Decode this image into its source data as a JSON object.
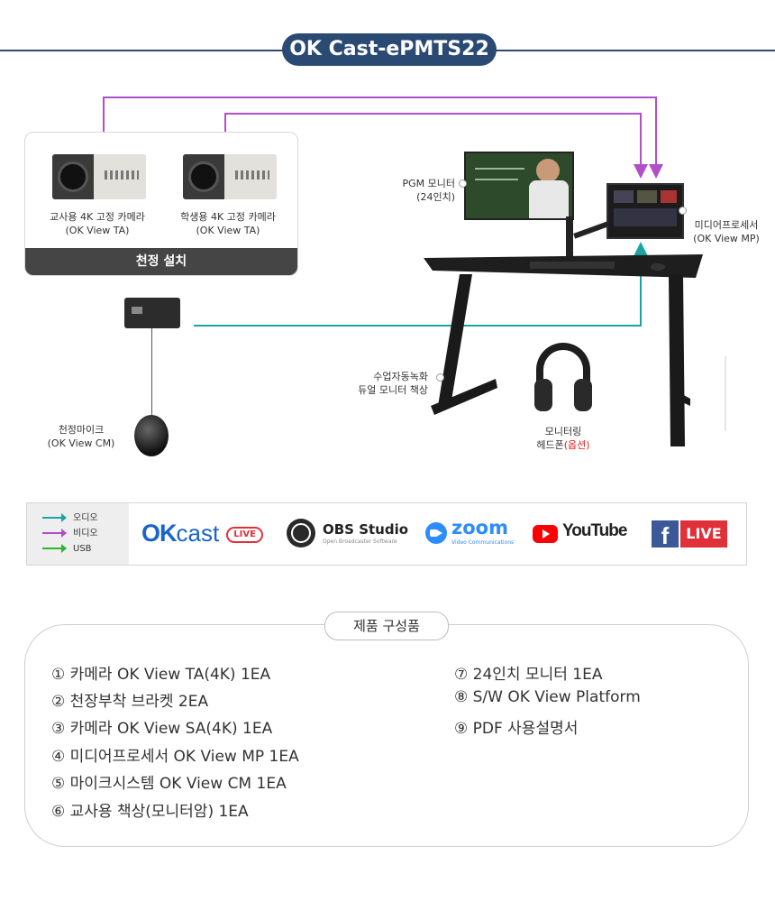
{
  "title": "OK Cast-ePMTS22",
  "colors": {
    "audio": "#1aa5a5",
    "video": "#b04fc8",
    "usb": "#2db52d",
    "title_bg": "#2a4a74"
  },
  "cameras": {
    "teacher": {
      "line1": "교사용 4K 고정 카메라",
      "line2": "(OK View TA)"
    },
    "student": {
      "line1": "학생용 4K 고정 카메라",
      "line2": "(OK View TA)"
    },
    "footer": "천정 설치"
  },
  "labels": {
    "pgm_line1": "PGM 모니터",
    "pgm_line2": "(24인치)",
    "mp_line1": "미디어프로세서",
    "mp_line2": "(OK View MP)",
    "desk_line1": "수업자동녹화",
    "desk_line2": "듀얼 모니터 책상",
    "mic_line1": "천정마이크",
    "mic_line2": "(OK View CM)",
    "hp_line1": "모니터링",
    "hp_line2_main": "헤드폰",
    "hp_line2_opt": "(옵션)"
  },
  "legend": {
    "audio": "오디오",
    "video": "비디오",
    "usb": "USB"
  },
  "logos": {
    "okcast": "CAST",
    "okcast_badge": "LIVE",
    "obs": "OBS Studio",
    "obs_sub": "Open Broadcaster Software",
    "zoom": "zoom",
    "zoom_sub": "Video Communications",
    "youtube": "YouTube",
    "fb": "f",
    "fb_live": "LIVE"
  },
  "products": {
    "title": "제품 구성품",
    "left": [
      "① 카메라 OK View TA(4K) 1EA",
      "② 천장부착 브라켓 2EA",
      "③ 카메라 OK View SA(4K) 1EA",
      "④ 미디어프로세서 OK View MP 1EA",
      "⑤ 마이크시스템 OK View CM 1EA",
      "⑥ 교사용 책상(모니터암) 1EA"
    ],
    "right": [
      "⑦ 24인치 모니터 1EA",
      "⑧ S/W OK View Platform",
      "⑨ PDF 사용설명서"
    ]
  }
}
